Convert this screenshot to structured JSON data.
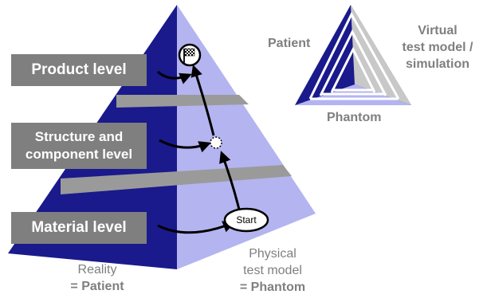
{
  "levels": {
    "product": "Product level",
    "structure_line1": "Structure and",
    "structure_line2": "component level",
    "material": "Material level"
  },
  "start_label": "Start",
  "bottom": {
    "reality_line1": "Reality",
    "reality_line2": "= Patient",
    "physical_line1": "Physical",
    "physical_line2": "test model",
    "physical_line3": "= Phantom"
  },
  "legend": {
    "patient": "Patient",
    "virtual_line1": "Virtual",
    "virtual_line2": "test model /",
    "virtual_line3": "simulation",
    "phantom": "Phantom"
  },
  "colors": {
    "patient_navy": "#1a1a8c",
    "phantom_lavender": "#b4b4f0",
    "gap_gray": "#9a9a9a",
    "label_box_gray": "#7f7f7f",
    "virtual_gray": "#c8c8c8"
  },
  "icons": {
    "finish": "checkered-flag-icon",
    "intermediate": "dotted-circle-icon"
  }
}
